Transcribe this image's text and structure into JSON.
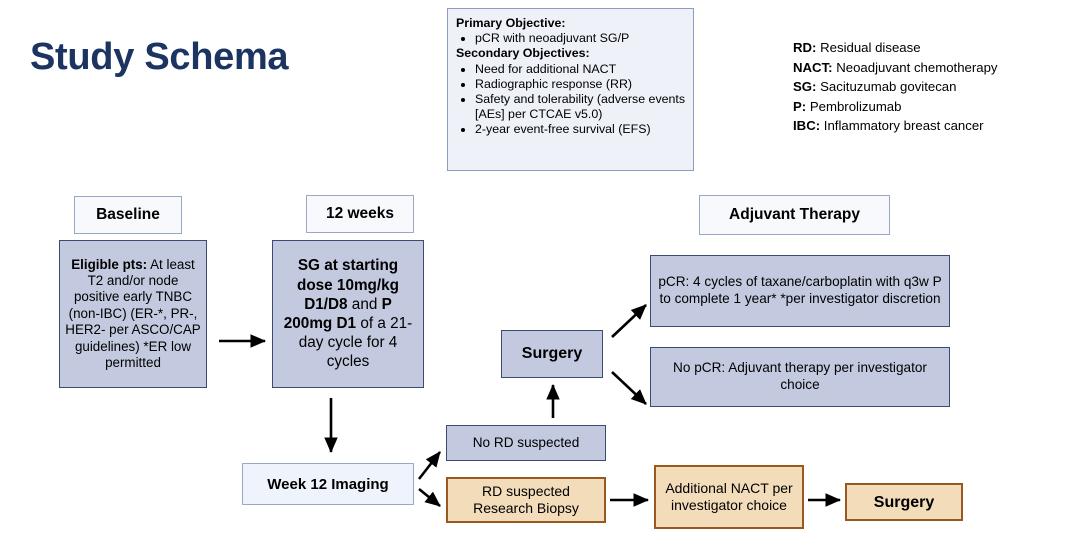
{
  "title": "Study Schema",
  "colors": {
    "title_navy": "#1c3461",
    "blue_fill": "#c3cadf",
    "blue_border": "#3d4b73",
    "pale_fill": "#eff3fb",
    "pale_border": "#9aa6c8",
    "tan_fill": "#f2dcba",
    "tan_border": "#97591f",
    "objectives_fill": "#eef1f8"
  },
  "objectives": {
    "primary_heading": "Primary Objective:",
    "primary_items": [
      "pCR with neoadjuvant SG/P"
    ],
    "secondary_heading": "Secondary Objectives:",
    "secondary_items": [
      "Need for additional NACT",
      "Radiographic response (RR)",
      "Safety and tolerability (adverse events [AEs] per CTCAE v5.0)",
      "2-year event-free survival (EFS)"
    ]
  },
  "abbreviations": [
    {
      "abbr": "RD:",
      "meaning": "Residual disease"
    },
    {
      "abbr": "NACT:",
      "meaning": "Neoadjuvant chemotherapy"
    },
    {
      "abbr": "SG:",
      "meaning": "Sacituzumab govitecan"
    },
    {
      "abbr": "P:",
      "meaning": "Pembrolizumab"
    },
    {
      "abbr": "IBC:",
      "meaning": "Inflammatory breast cancer"
    }
  ],
  "headers": {
    "baseline": "Baseline",
    "twelve_weeks": "12 weeks",
    "adjuvant_therapy": "Adjuvant Therapy"
  },
  "boxes": {
    "eligible": {
      "label_bold": "Eligible pts:",
      "text": " At least T2 and/or node positive early TNBC (non-IBC) (ER-*, PR-, HER2- per ASCO/CAP guidelines) *ER low permitted"
    },
    "treatment": {
      "seg1_bold": "SG at starting dose 10mg/kg D1/D8",
      "seg2_reg": " and ",
      "seg3_bold": "P 200mg D1",
      "seg4_reg": " of a 21-day cycle for 4 cycles"
    },
    "surgery": "Surgery",
    "pcr_arm": "pCR: 4 cycles of taxane/carboplatin with q3w P to complete 1 year* *per investigator discretion",
    "no_pcr_arm": "No pCR: Adjuvant therapy per investigator choice",
    "week12_imaging": "Week 12 Imaging",
    "no_rd_suspected": "No RD suspected",
    "rd_suspected_biopsy": "RD suspected Research Biopsy",
    "additional_nact": "Additional NACT per investigator choice",
    "final_surgery": "Surgery"
  }
}
